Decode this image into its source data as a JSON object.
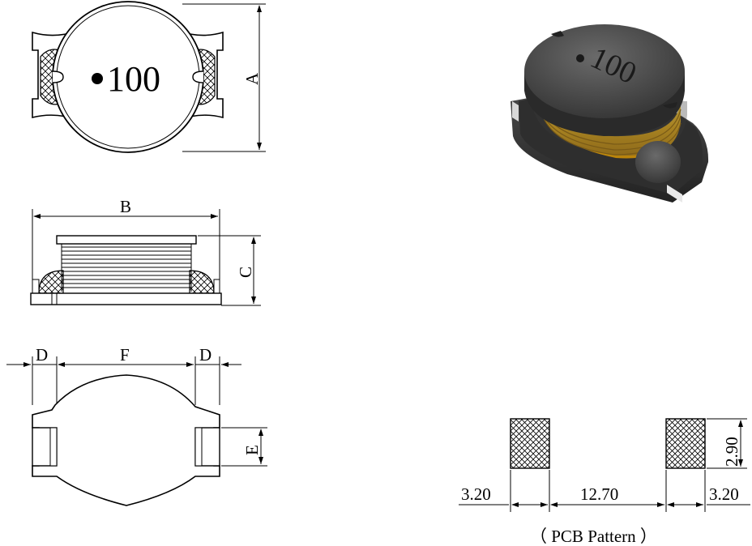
{
  "top_view": {
    "marking": "100",
    "dim_label": "A"
  },
  "side_view": {
    "width_label": "B",
    "height_label": "C"
  },
  "bottom_view": {
    "left_label": "D",
    "middle_label": "F",
    "right_label": "D",
    "terminal_label": "E"
  },
  "photo": {
    "marking": "100",
    "colors": {
      "core": "#3a3a3a",
      "base": "#1e1e1e",
      "winding": "#e8b21a"
    }
  },
  "pcb": {
    "pad_height": "2.90",
    "left_pad_width": "3.20",
    "gap": "12.70",
    "right_pad_width": "3.20",
    "caption": "（ PCB Pattern ）"
  }
}
